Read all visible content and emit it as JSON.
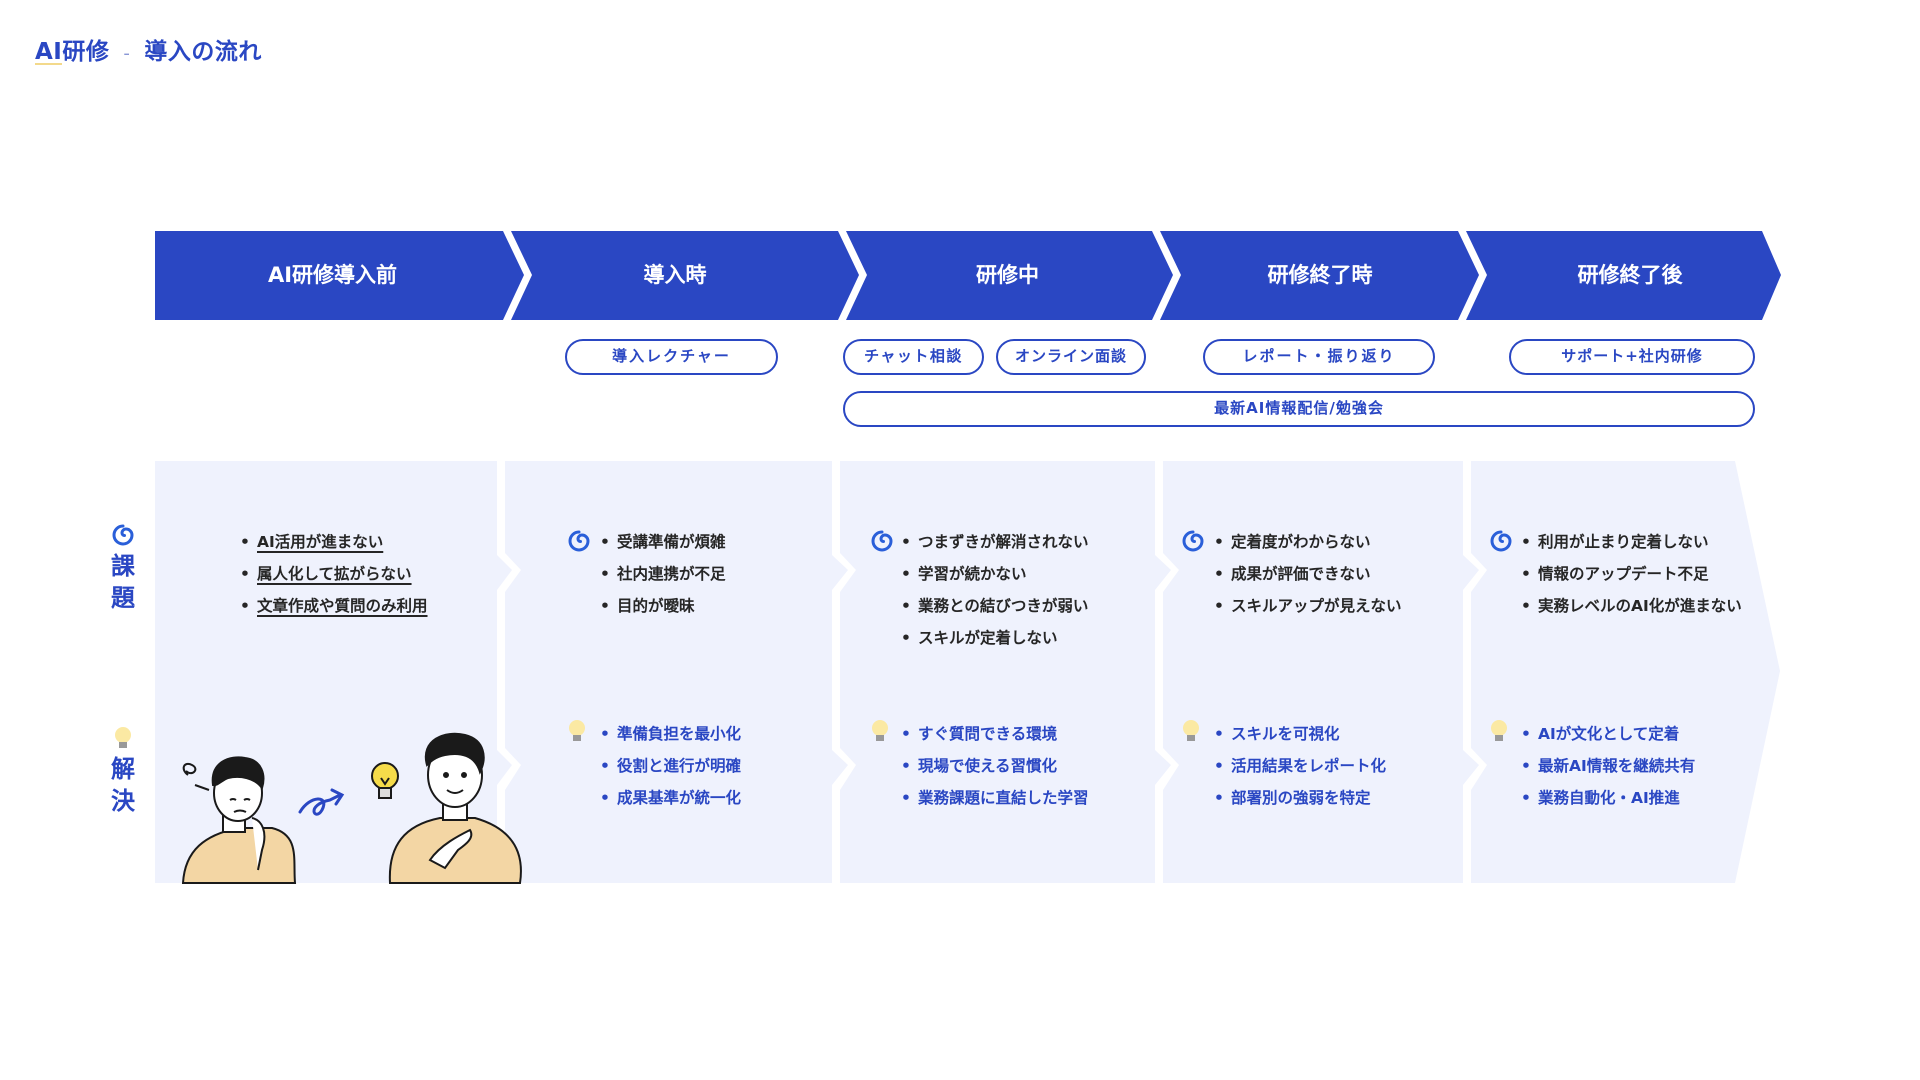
{
  "title": {
    "main": "AI研修",
    "separator": "-",
    "sub": "導入の流れ"
  },
  "colors": {
    "primary": "#2a47c3",
    "panel_bg": "#eff2fd",
    "accent_yellow": "#f3d98b",
    "shirt": "#f3d6a4"
  },
  "stages": [
    {
      "label": "AI研修導入前"
    },
    {
      "label": "導入時"
    },
    {
      "label": "研修中"
    },
    {
      "label": "研修終了時"
    },
    {
      "label": "研修終了後"
    }
  ],
  "pills": {
    "lecture": "導入レクチャー",
    "chat": "チャット相談",
    "online": "オンライン面談",
    "report": "レポート・振り返り",
    "support": "サポート+社内研修",
    "wide": "最新AI情報配信/勉強会"
  },
  "row_labels": {
    "issues": {
      "icon": "swirl-icon",
      "text1": "課",
      "text2": "題"
    },
    "solutions": {
      "icon": "lightbulb-icon",
      "text1": "解",
      "text2": "決"
    }
  },
  "issues": [
    [
      "AI活用が進まない",
      "属人化して拡がらない",
      "文章作成や質問のみ利用"
    ],
    [
      "受講準備が煩雑",
      "社内連携が不足",
      "目的が曖昧"
    ],
    [
      "つまずきが解消されない",
      "学習が続かない",
      "業務との結びつきが弱い",
      "スキルが定着しない"
    ],
    [
      "定着度がわからない",
      "成果が評価できない",
      "スキルアップが見えない"
    ],
    [
      "利用が止まり定着しない",
      "情報のアップデート不足",
      "実務レベルのAI化が進まない"
    ]
  ],
  "solutions": [
    [],
    [
      "準備負担を最小化",
      "役割と進行が明確",
      "成果基準が統一化"
    ],
    [
      "すぐ質問できる環境",
      "現場で使える習慣化",
      "業務課題に直結した学習"
    ],
    [
      "スキルを可視化",
      "活用結果をレポート化",
      "部署別の強弱を特定"
    ],
    [
      "AIが文化として定着",
      "最新AI情報を継続共有",
      "業務自動化・AI推進"
    ]
  ]
}
